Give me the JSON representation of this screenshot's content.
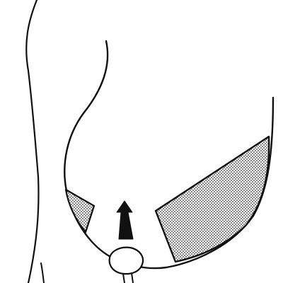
{
  "diagram": {
    "stroke_color": "#111111",
    "background_color": "#ffffff",
    "shading_color": "#8c8c8c",
    "parts": [
      "body-contour-back",
      "breast-contour",
      "shaded-resection-region-left",
      "shaded-resection-region-right",
      "areola",
      "upward-arrow"
    ]
  }
}
